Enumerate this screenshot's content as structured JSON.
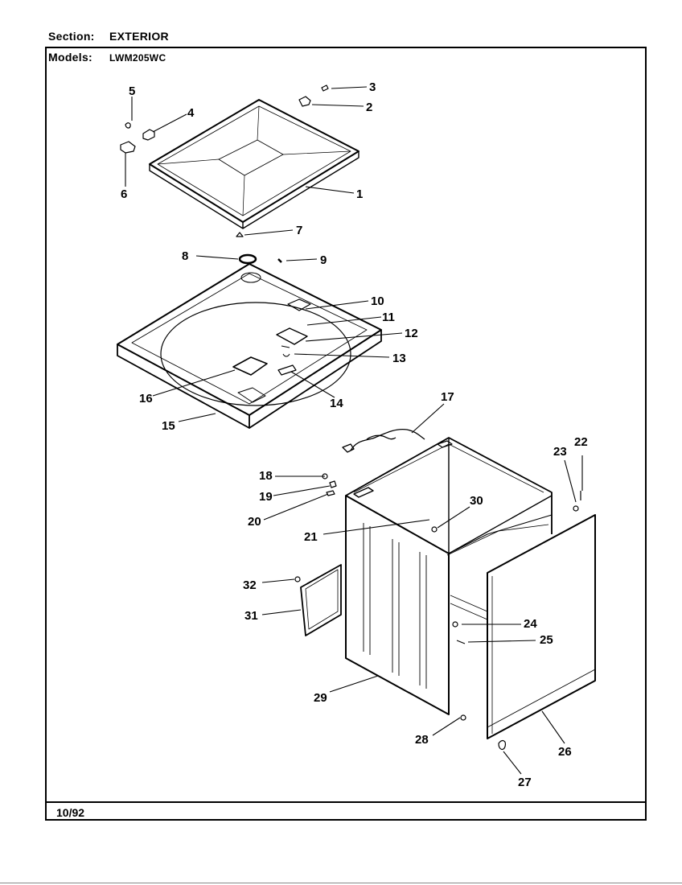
{
  "header": {
    "section_label": "Section:",
    "section_value": "EXTERIOR",
    "models_label": "Models:",
    "models_value": "LWM205WC"
  },
  "footer": {
    "date": "10/92"
  },
  "callouts": [
    "1",
    "2",
    "3",
    "4",
    "5",
    "6",
    "7",
    "8",
    "9",
    "10",
    "11",
    "12",
    "13",
    "14",
    "15",
    "16",
    "17",
    "18",
    "19",
    "20",
    "21",
    "22",
    "23",
    "24",
    "25",
    "26",
    "27",
    "28",
    "29",
    "30",
    "31",
    "32"
  ]
}
